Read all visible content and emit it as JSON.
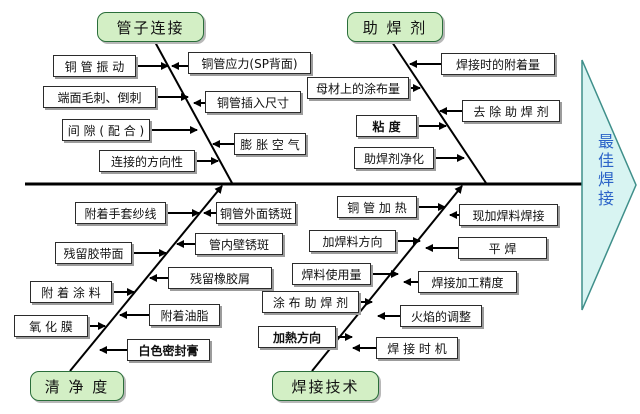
{
  "categories": {
    "pipe_connection": "管子连接",
    "flux": "助 焊 剂",
    "cleanliness": "清 净 度",
    "welding_technique": "焊接技术"
  },
  "effect": "最佳焊接",
  "causes": {
    "pipe_connection": [
      "铜 管 振 动",
      "铜管应力(SP背面)",
      "端面毛刺、倒刺",
      "铜管插入尺寸",
      "间 隙 ( 配 合 )",
      "膨 胀 空 气",
      "连接的方向性"
    ],
    "flux": [
      "焊接时的附着量",
      "母材上的涂布量",
      "去 除 助 焊 剂",
      "粘    度",
      "助焊剂净化"
    ],
    "cleanliness": [
      "附着手套纱线",
      "铜管外面锈斑",
      "残留胶带面",
      "管内壁锈斑",
      "附 着 涂 料",
      "残留橡胶屑",
      "氧 化 膜",
      "附着油脂",
      "白色密封膏"
    ],
    "welding_technique": [
      "铜 管 加 热",
      "现加焊料焊接",
      "加焊料方向",
      "平    焊",
      "焊料使用量",
      "焊接加工精度",
      "涂 布 助 焊 剂",
      "火焰的调整",
      "加熱方向",
      "焊 接 时 机"
    ]
  },
  "colors": {
    "category_fill": "#d3efc5",
    "head_fill": "#d8f4f2",
    "head_stroke": "#3f8f8a",
    "head_text": "#2b63c8",
    "spine": "#000000"
  }
}
